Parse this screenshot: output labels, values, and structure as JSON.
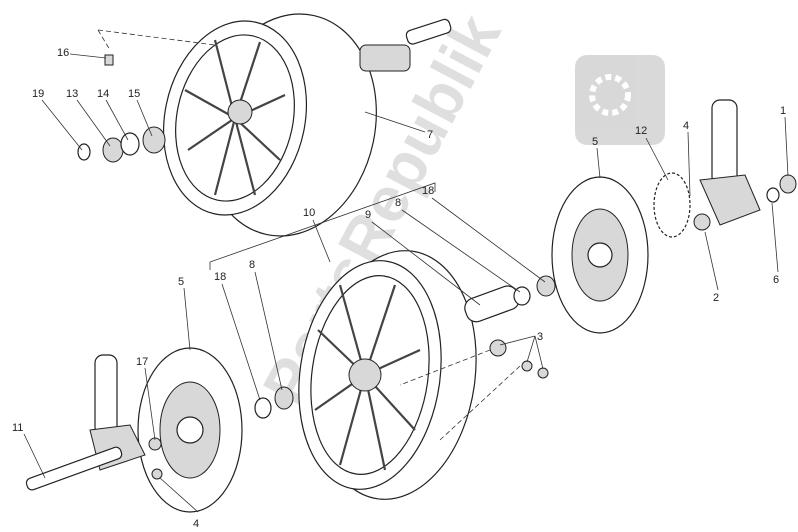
{
  "watermark": "PartsRepublik",
  "labels": [
    {
      "id": "16",
      "text": "16"
    },
    {
      "id": "19",
      "text": "19"
    },
    {
      "id": "13",
      "text": "13"
    },
    {
      "id": "14",
      "text": "14"
    },
    {
      "id": "15",
      "text": "15"
    },
    {
      "id": "7",
      "text": "7"
    },
    {
      "id": "10",
      "text": "10"
    },
    {
      "id": "9",
      "text": "9"
    },
    {
      "id": "8a",
      "text": "8"
    },
    {
      "id": "18a",
      "text": "18"
    },
    {
      "id": "5a",
      "text": "5"
    },
    {
      "id": "12",
      "text": "12"
    },
    {
      "id": "4a",
      "text": "4"
    },
    {
      "id": "1",
      "text": "1"
    },
    {
      "id": "2",
      "text": "2"
    },
    {
      "id": "6",
      "text": "6"
    },
    {
      "id": "3",
      "text": "3"
    },
    {
      "id": "5b",
      "text": "5"
    },
    {
      "id": "18b",
      "text": "18"
    },
    {
      "id": "8b",
      "text": "8"
    },
    {
      "id": "17",
      "text": "17"
    },
    {
      "id": "11",
      "text": "11"
    },
    {
      "id": "4b",
      "text": "4"
    }
  ],
  "colors": {
    "line": "#222222",
    "background": "#ffffff"
  }
}
